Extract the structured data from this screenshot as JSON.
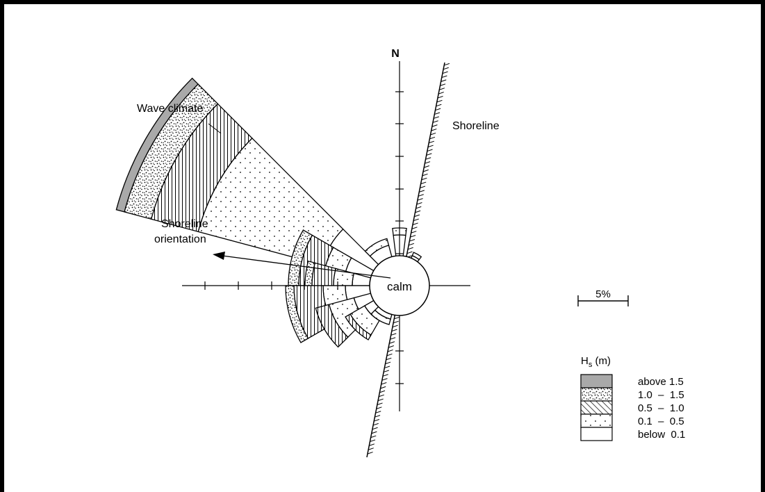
{
  "diagram": {
    "north_label": "N",
    "calm_label": "calm",
    "labels": {
      "wave_climate": "Wave climate",
      "shoreline": "Shoreline",
      "shoreline_orientation_line1": "Shoreline",
      "shoreline_orientation_line2": "orientation"
    },
    "scale_bar_label": "5%"
  },
  "legend": {
    "title_main": "H",
    "title_sub": "s",
    "title_unit": " (m)",
    "items": [
      {
        "label": "above 1.5",
        "pattern": "gray"
      },
      {
        "label": "1.0  –  1.5",
        "pattern": "dense-dots"
      },
      {
        "label": "0.5  –  1.0",
        "pattern": "diagonal-hatch"
      },
      {
        "label": "0.1  –  0.5",
        "pattern": "sparse-dots"
      },
      {
        "label": "below  0.1",
        "pattern": "white"
      }
    ]
  },
  "colors": {
    "ink": "#000000",
    "gray_band": "#a9a9a9",
    "background": "#ffffff"
  }
}
